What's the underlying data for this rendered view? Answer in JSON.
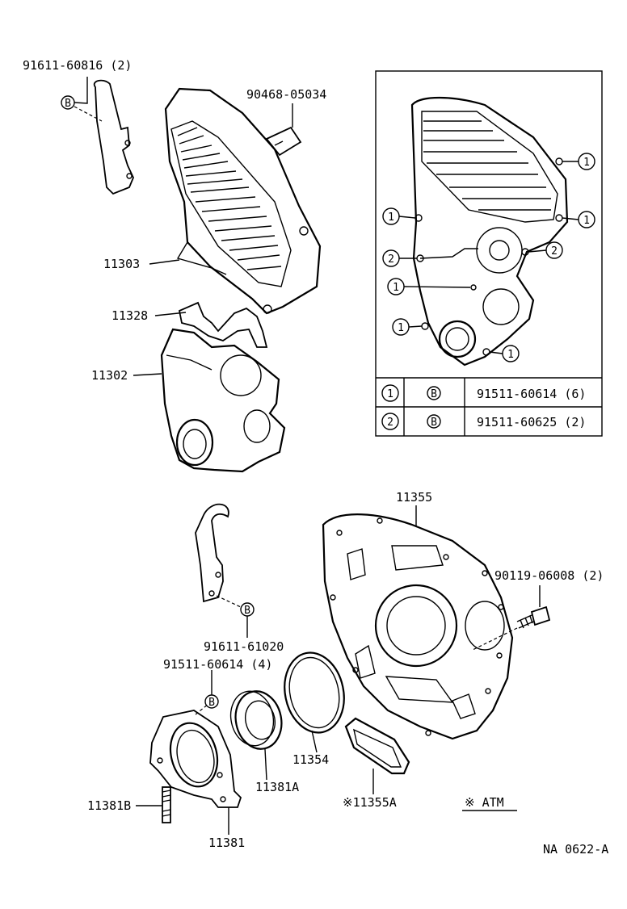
{
  "labels": {
    "p1": "91611-60816 (2)",
    "p2": "90468-05034",
    "p3": "11303",
    "p4": "11328",
    "p5": "11302",
    "p6": "11355",
    "p7": "90119-06008 (2)",
    "p8": "91611-61020",
    "p9": "91511-60614 (4)",
    "p10": "11354",
    "p11": "11381A",
    "p12": "11381B",
    "p13": "11381",
    "p14": "※11355A",
    "atm": "※ ATM",
    "figure_code": "NA 0622-A"
  },
  "markers": {
    "one": "1",
    "two": "2",
    "b": "B"
  },
  "inset_table": [
    {
      "key": "1",
      "mark": "B",
      "part": "91511-60614 (6)"
    },
    {
      "key": "2",
      "mark": "B",
      "part": "91511-60625 (2)"
    }
  ]
}
